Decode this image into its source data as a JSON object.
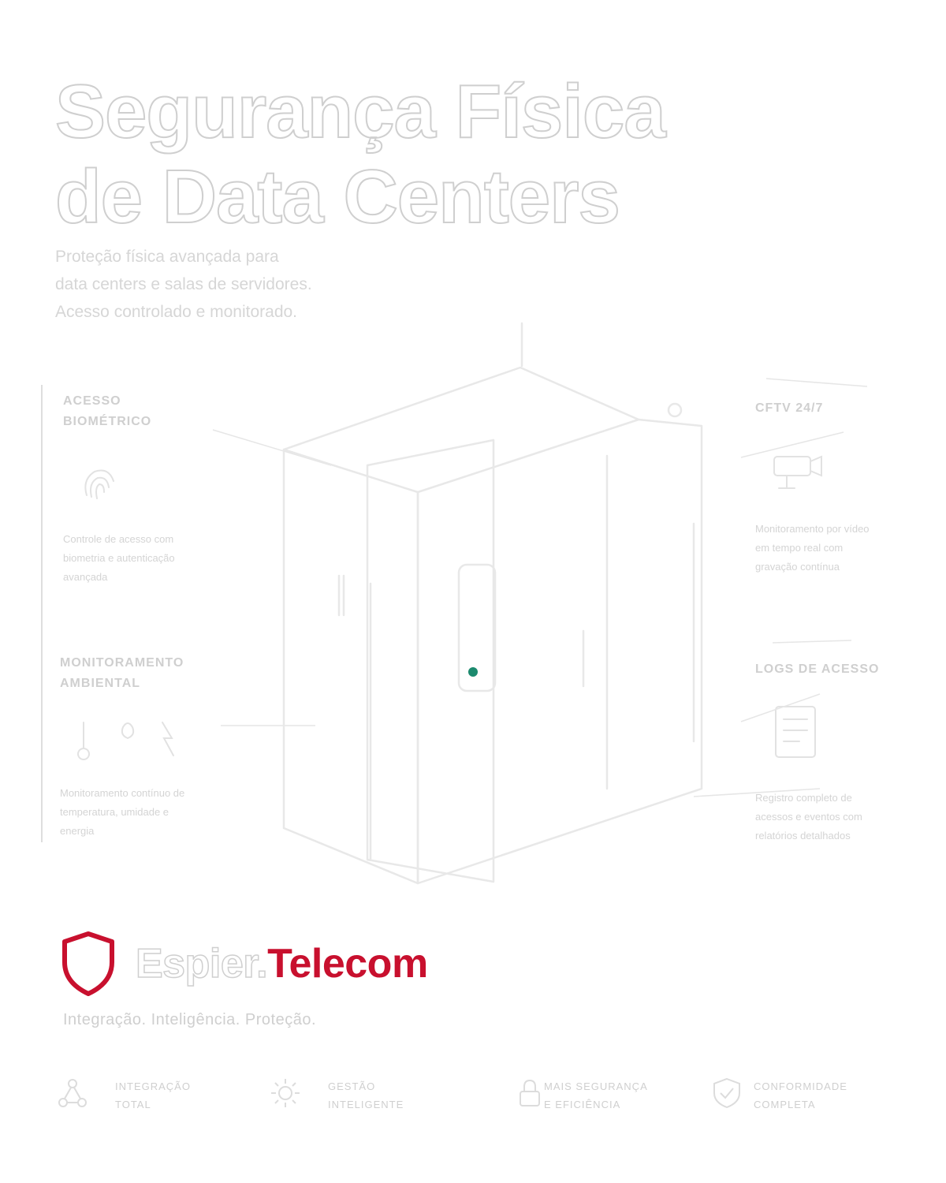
{
  "hero": {
    "title_line1": "Segurança Física",
    "title_line2": "de Data Centers",
    "subtitle": [
      "Proteção física avançada para",
      "data centers e salas de servidores.",
      "Acesso controlado e monitorado."
    ]
  },
  "features": {
    "biometric": {
      "label": [
        "ACESSO",
        "BIOMÉTRICO"
      ],
      "desc": [
        "Controle de acesso com",
        "biometria e autenticação",
        "avançada"
      ],
      "icon": "fingerprint-icon"
    },
    "environment": {
      "label": [
        "MONITORAMENTO",
        "AMBIENTAL"
      ],
      "desc": [
        "Monitoramento contínuo de",
        "temperatura, umidade e",
        "energia"
      ],
      "icon": "thermometer-icon"
    },
    "cftv": {
      "label": [
        "CFTV 24/7"
      ],
      "desc": [
        "Monitoramento por vídeo",
        "em tempo real com",
        "gravação contínua"
      ],
      "icon": "camera-icon"
    },
    "logs": {
      "label": [
        "LOGS DE ACESSO"
      ],
      "desc": [
        "Registro completo de",
        "acessos e eventos com",
        "relatórios detalhados"
      ],
      "icon": "list-icon"
    }
  },
  "brand": {
    "name_part1": "Espier.",
    "name_part2": "Telecom",
    "tagline": "Integração. Inteligência. Proteção.",
    "logo_icon": "shield-icon",
    "accent_color": "#c8102e"
  },
  "badges": [
    {
      "line1": "INTEGRAÇÃO",
      "line2": "TOTAL",
      "icon": "network-icon"
    },
    {
      "line1": "GESTÃO",
      "line2": "INTELIGENTE",
      "icon": "gear-icon"
    },
    {
      "line1": "MAIS SEGURANÇA",
      "line2": "E EFICIÊNCIA",
      "icon": "lock-icon"
    },
    {
      "line1": "CONFORMIDADE",
      "line2": "COMPLETA",
      "icon": "check-shield-icon"
    }
  ]
}
